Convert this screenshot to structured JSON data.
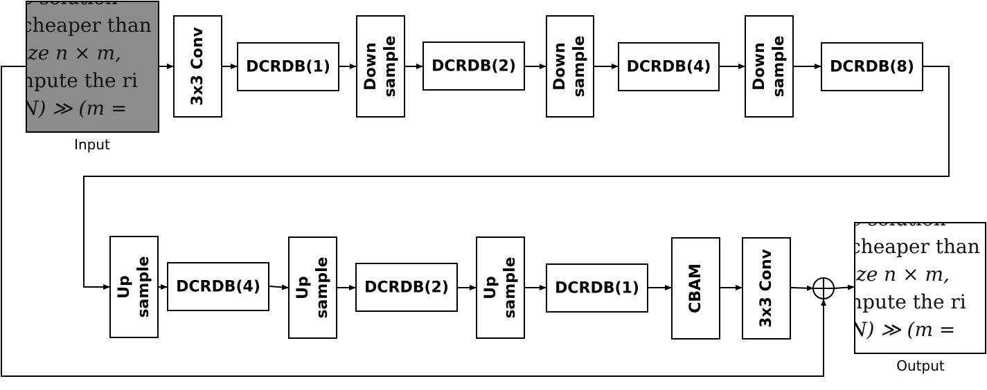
{
  "labels": {
    "input": "Input",
    "output": "Output"
  },
  "thumbnail_text": [
    "e solution",
    "cheaper than",
    "ize n × m,",
    "npute the ri",
    "N) ≫ (m ="
  ],
  "colors": {
    "input_bg": "#8c8c8c",
    "output_bg": "#ffffff",
    "line": "#000000"
  },
  "top_row": {
    "conv": {
      "line1": "3x3 Conv"
    },
    "dcrdb1": "DCRDB(1)",
    "down1": {
      "line1": "Down",
      "line2": "sample"
    },
    "dcrdb2": "DCRDB(2)",
    "down2": {
      "line1": "Down",
      "line2": "sample"
    },
    "dcrdb4": "DCRDB(4)",
    "down3": {
      "line1": "Down",
      "line2": "sample"
    },
    "dcrdb8": "DCRDB(8)"
  },
  "bottom_row": {
    "up1": {
      "line1": "Up",
      "line2": "sample"
    },
    "dcrdb4": "DCRDB(4)",
    "up2": {
      "line1": "Up",
      "line2": "sample"
    },
    "dcrdb2": "DCRDB(2)",
    "up3": {
      "line1": "Up",
      "line2": "sample"
    },
    "dcrdb1": "DCRDB(1)",
    "cbam": {
      "line1": "CBAM"
    },
    "conv": {
      "line1": "3x3 Conv"
    },
    "sum_symbol": "⊕"
  }
}
